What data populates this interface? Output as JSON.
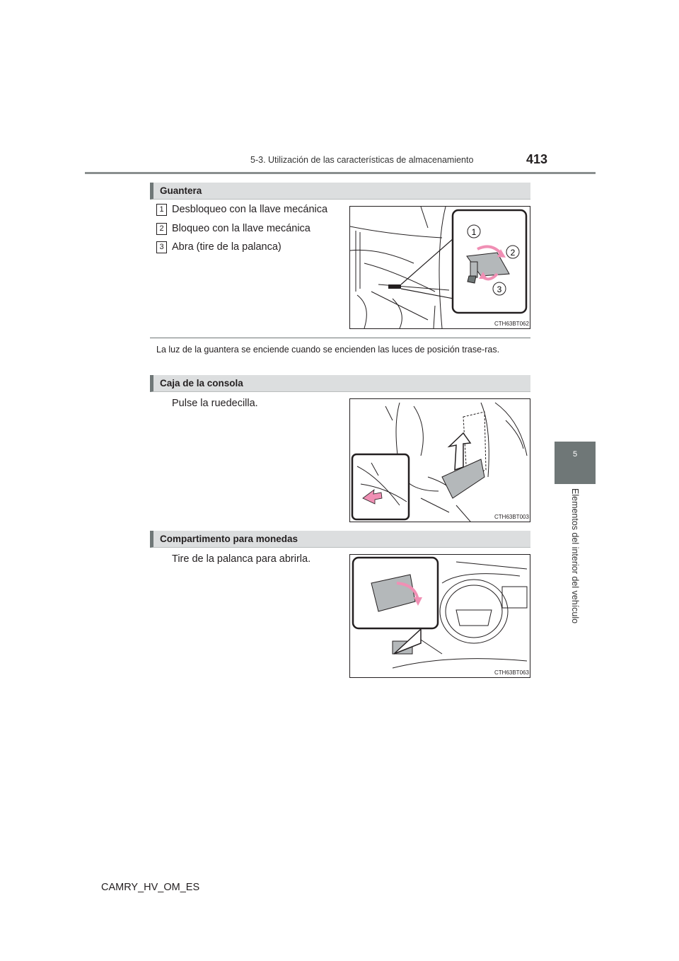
{
  "header": {
    "section_title": "5-3. Utilización de las características de almacenamiento",
    "page_number": "413"
  },
  "side_tab": {
    "chapter_number": "5",
    "chapter_title": "Elementos del interior del vehículo"
  },
  "sections": {
    "glovebox": {
      "title": "Guantera",
      "items": [
        {
          "num": "1",
          "text": "Desbloqueo con la llave mecánica"
        },
        {
          "num": "2",
          "text": "Bloqueo con la llave mecánica"
        },
        {
          "num": "3",
          "text": "Abra (tire de la palanca)"
        }
      ],
      "figure_code": "CTH63BT062",
      "callouts": [
        "1",
        "2",
        "3"
      ],
      "note": "La luz de la guantera se enciende cuando se encienden las luces de posición trase-ras."
    },
    "console_box": {
      "title": "Caja de la consola",
      "text": "Pulse la ruedecilla.",
      "figure_code": "CTH63BT003"
    },
    "coin_holder": {
      "title": "Compartimento para monedas",
      "text": "Tire de la palanca para abrirla.",
      "figure_code": "CTH63BT063"
    }
  },
  "footer": {
    "doc_id": "CAMRY_HV_OM_ES"
  },
  "colors": {
    "accent_gray": "#6f7777",
    "bar_fill": "#dcdedf",
    "arrow_pink": "#f08fb4",
    "part_gray": "#b4b8ba"
  }
}
